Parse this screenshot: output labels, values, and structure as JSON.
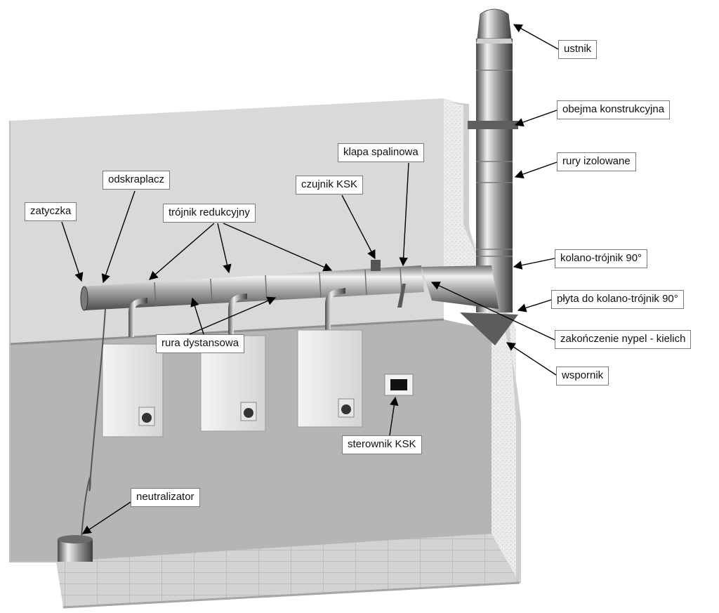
{
  "labels": {
    "ustnik": "ustnik",
    "obejma": "obejma konstrukcyjna",
    "rury": "rury izolowane",
    "klapa": "klapa spalinowa",
    "odskraplacz": "odskraplacz",
    "czujnik": "czujnik KSK",
    "zatyczka": "zatyczka",
    "trojnik": "trójnik redukcyjny",
    "kolano": "kolano-trójnik 90°",
    "plyta": "płyta do kolano-trójnik 90°",
    "zakonczenie": "zakończenie nypel - kielich",
    "wspornik": "wspornik",
    "rura_dystansowa": "rura dystansowa",
    "sterownik": "sterownik KSK",
    "neutralizator": "neutralizator"
  },
  "colors": {
    "wall_back": "#d9d9d9",
    "wall_lower": "#b4b4b4",
    "floor": "#cfcfcf",
    "wall_edge": "#e8e8e8",
    "pipe_light": "#e6e6e6",
    "pipe_dark": "#5a5a5a",
    "label_border": "#7a7a7a",
    "arrow": "#000000"
  }
}
